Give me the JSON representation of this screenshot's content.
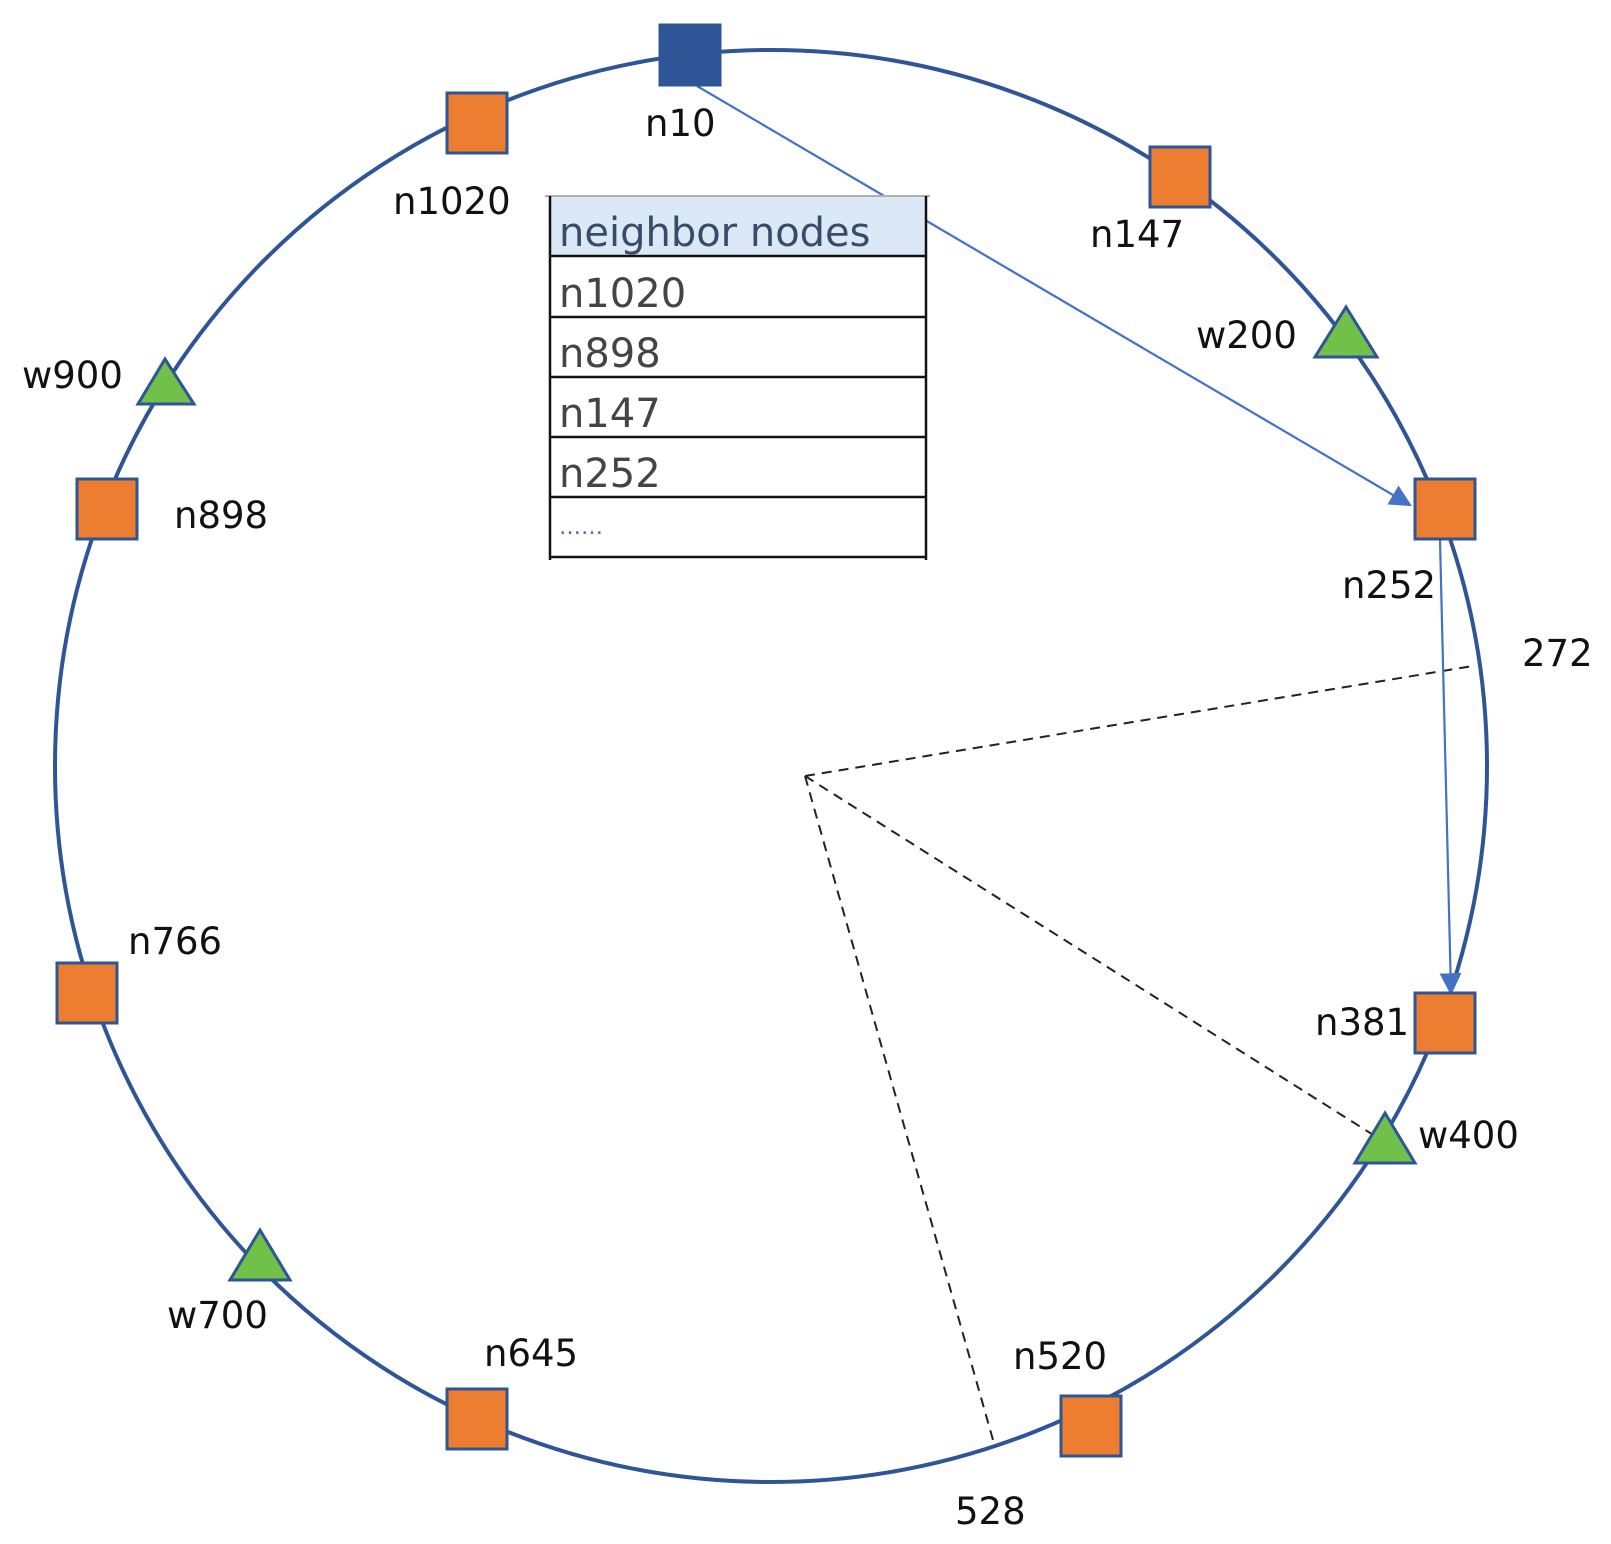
{
  "colors": {
    "ring": "#2f5597",
    "node_fill": "#ed7d31",
    "node_stroke": "#2f5597",
    "source_node_fill": "#2f5597",
    "worker_fill": "#70c04a",
    "arrow": "#4472c4",
    "table_header_bg": "#dbe9f7"
  },
  "nodes": [
    {
      "id": "n10",
      "label": "n10",
      "kind": "source",
      "icon": "square-icon"
    },
    {
      "id": "n147",
      "label": "n147",
      "kind": "node",
      "icon": "square-icon"
    },
    {
      "id": "n252",
      "label": "n252",
      "kind": "node",
      "icon": "square-icon"
    },
    {
      "id": "n381",
      "label": "n381",
      "kind": "node",
      "icon": "square-icon"
    },
    {
      "id": "n520",
      "label": "n520",
      "kind": "node",
      "icon": "square-icon"
    },
    {
      "id": "n645",
      "label": "n645",
      "kind": "node",
      "icon": "square-icon"
    },
    {
      "id": "n766",
      "label": "n766",
      "kind": "node",
      "icon": "square-icon"
    },
    {
      "id": "n898",
      "label": "n898",
      "kind": "node",
      "icon": "square-icon"
    },
    {
      "id": "n1020",
      "label": "n1020",
      "kind": "node",
      "icon": "square-icon"
    },
    {
      "id": "w200",
      "label": "w200",
      "kind": "worker",
      "icon": "triangle-icon"
    },
    {
      "id": "w400",
      "label": "w400",
      "kind": "worker",
      "icon": "triangle-icon"
    },
    {
      "id": "w700",
      "label": "w700",
      "kind": "worker",
      "icon": "triangle-icon"
    },
    {
      "id": "w900",
      "label": "w900",
      "kind": "worker",
      "icon": "triangle-icon"
    }
  ],
  "boundaries": [
    {
      "id": "b272",
      "label": "272"
    },
    {
      "id": "b528",
      "label": "528"
    }
  ],
  "arrows": [
    {
      "from": "n10",
      "to": "n252"
    },
    {
      "from": "n252",
      "to": "n381"
    }
  ],
  "neighbor_table": {
    "header": "neighbor nodes",
    "rows": [
      "n1020",
      "n898",
      "n147",
      "n252",
      "……"
    ]
  }
}
